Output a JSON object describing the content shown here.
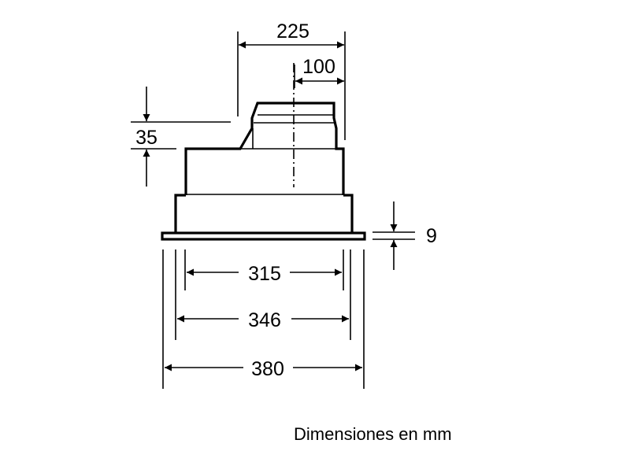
{
  "diagram": {
    "type": "technical-dimension-drawing",
    "subject": "built-in range hood (side/front elevation)",
    "units": "mm",
    "caption": "Dimensiones en mm",
    "dimensions": {
      "top_width": "225",
      "duct_offset": "100",
      "step_height": "35",
      "flange_thickness": "9",
      "inner_width": "315",
      "middle_width": "346",
      "outer_width": "380"
    },
    "colors": {
      "line": "#000000",
      "background": "#ffffff"
    }
  }
}
